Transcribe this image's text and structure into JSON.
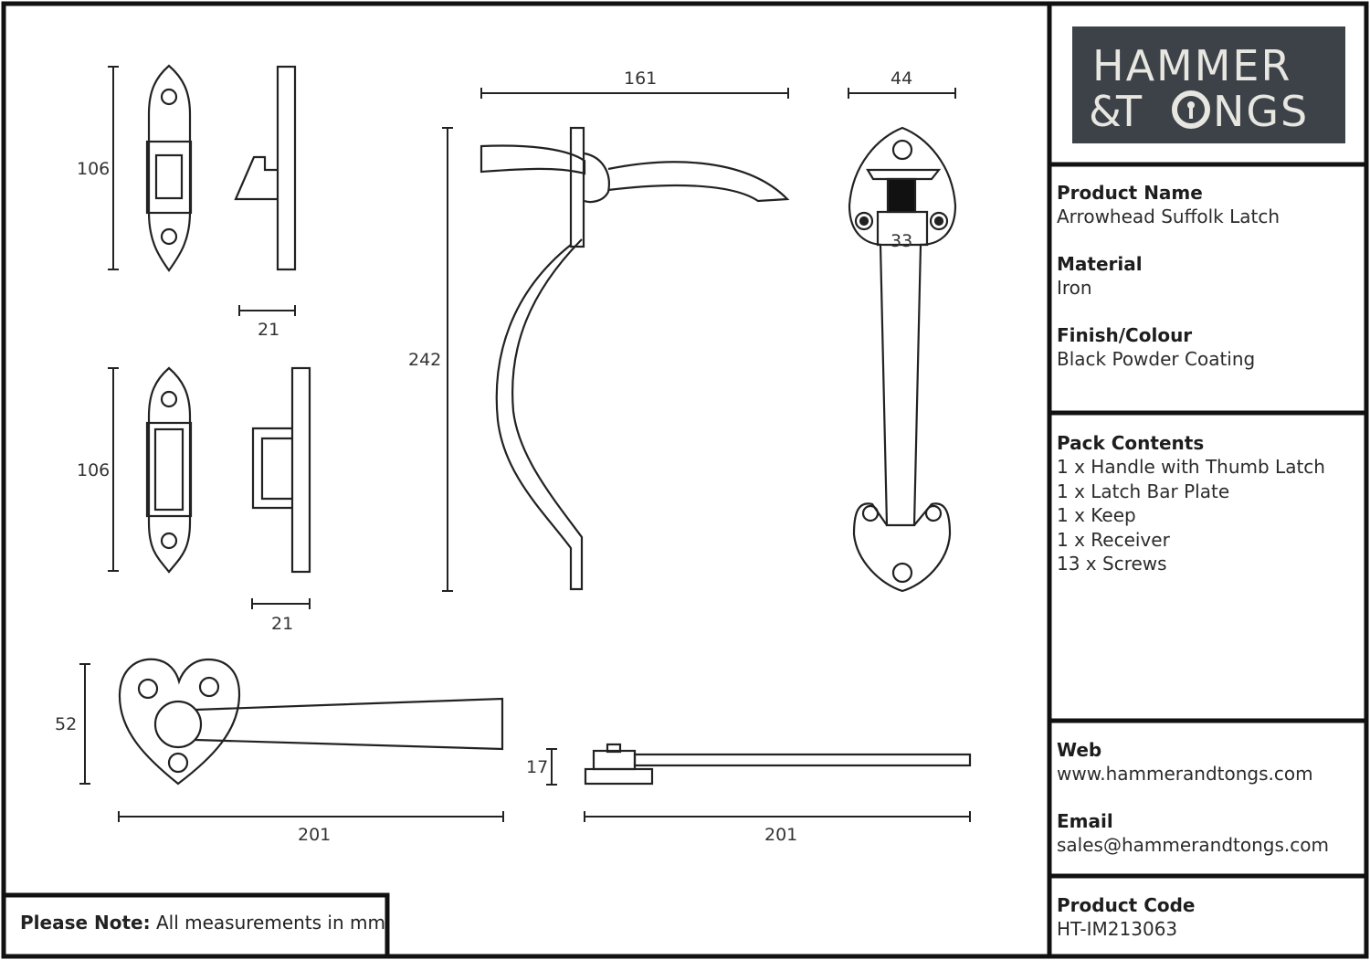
{
  "logo": {
    "line1": "HAMMER",
    "line2_amp": "&",
    "line2_a": "T",
    "line2_b": "NGS"
  },
  "product_name": {
    "label": "Product Name",
    "value": "Arrowhead Suffolk Latch"
  },
  "material": {
    "label": "Material",
    "value": "Iron"
  },
  "finish": {
    "label": "Finish/Colour",
    "value": "Black Powder Coating"
  },
  "pack_contents": {
    "label": "Pack Contents",
    "items": [
      "1 x Handle with Thumb Latch",
      "1 x Latch Bar Plate",
      "1 x Keep",
      "1 x Receiver",
      "13 x Screws"
    ]
  },
  "web": {
    "label": "Web",
    "value": "www.hammerandtongs.com"
  },
  "email": {
    "label": "Email",
    "value": "sales@hammerandtongs.com"
  },
  "product_code": {
    "label": "Product Code",
    "value": "HT-IM213063"
  },
  "note": {
    "label": "Please Note:",
    "text": " All measurements in mm"
  },
  "dimensions": {
    "keep_height": "106",
    "keep_depth": "21",
    "receiver_height": "106",
    "receiver_depth": "21",
    "handle_height": "242",
    "thumb_length": "161",
    "handle_width": "44",
    "bar_slot": "33",
    "bar_height": "52",
    "bar_length": "201",
    "bar_side_thickness": "17",
    "bar_side_length": "201"
  },
  "colors": {
    "logo_bg": "#3c4248",
    "logo_text": "#e7e6e1",
    "border": "#111111"
  }
}
